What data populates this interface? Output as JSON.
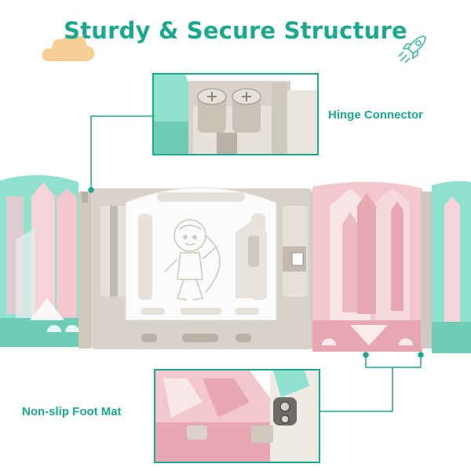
{
  "headline": "Sturdy & Secure Structure",
  "callouts": {
    "hinge": {
      "label": "Hinge Connector"
    },
    "foot": {
      "label": "Non-slip Foot Mat"
    }
  },
  "colors": {
    "accent_teal": "#1aa88e",
    "mint": "#8fe1cf",
    "mint_dark": "#6fcdb7",
    "pink": "#f2c7cd",
    "pink_dark": "#e7a8b1",
    "gray": "#d8d2c8",
    "gray_dark": "#b9b1a5",
    "white_panel": "#fbfbfb",
    "cloud": "#f6cf97"
  },
  "icons": {
    "cloud": "cloud-icon",
    "rocket": "rocket-icon",
    "astronaut": "astronaut-icon"
  }
}
